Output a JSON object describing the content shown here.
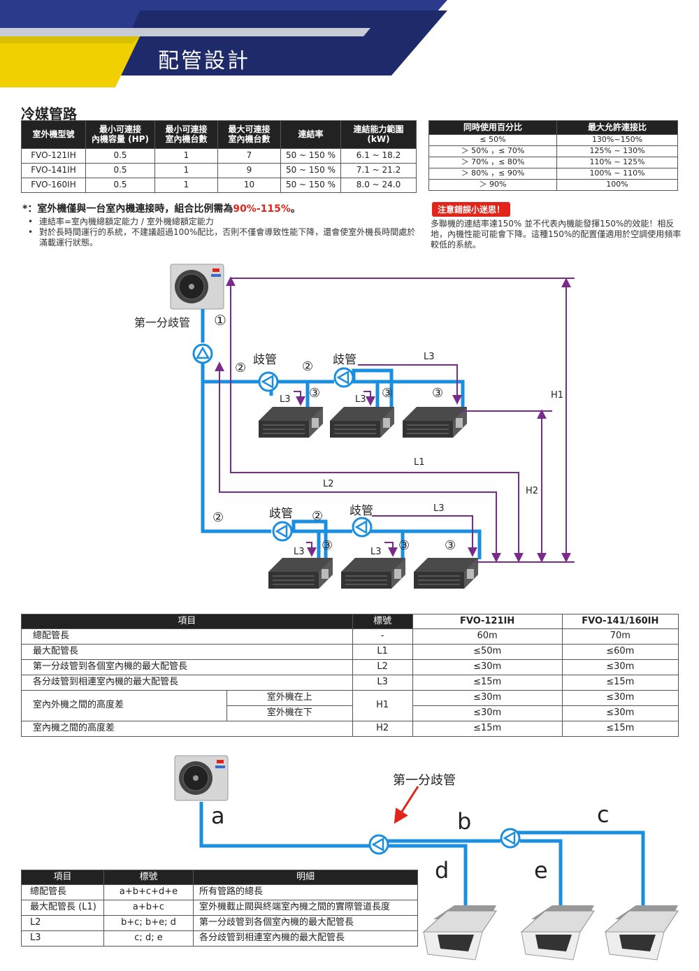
{
  "banner": {
    "title": "配管設計"
  },
  "section1": {
    "title": "冷媒管路"
  },
  "model_table": {
    "headers": [
      "室外機型號",
      "最小可連接\n內機容量 (HP)",
      "最小可連接\n室內機台數",
      "最大可連接\n室內機台數",
      "連結率",
      "連結能力範圍\n(kW)"
    ],
    "rows": [
      [
        "FVO-121IH",
        "0.5",
        "1",
        "7",
        "50 ~ 150 %",
        "6.1 ~ 18.2"
      ],
      [
        "FVO-141IH",
        "0.5",
        "1",
        "9",
        "50 ~ 150 %",
        "7.1 ~ 21.2"
      ],
      [
        "FVO-160IH",
        "0.5",
        "1",
        "10",
        "50 ~ 150 %",
        "8.0 ~ 24.0"
      ]
    ]
  },
  "ratio_table": {
    "headers": [
      "同時使用百分比",
      "最大允許連接比"
    ],
    "rows": [
      [
        "≤ 50%",
        "130%~150%"
      ],
      [
        "＞ 50% ，≤ 70%",
        "125% ~ 130%"
      ],
      [
        "＞ 70% ，≤ 80%",
        "110% ~ 125%"
      ],
      [
        "＞ 80% ，≤ 90%",
        "100% ~ 110%"
      ],
      [
        "＞ 90%",
        "100%"
      ]
    ]
  },
  "notes": {
    "star_prefix": "*：室外機僅與一台室內機連接時，組合比例需為",
    "star_highlight": "90%-115%",
    "star_suffix": "。",
    "bullet1": "連結率=室內機總額定能力 / 室外機總額定能力",
    "bullet2": "對於長時間運行的系統，不建議超過100%配比，否則不僅會導致性能下降，還會使室外機長時間處於滿載運行狀態。",
    "warning_badge": "注意錯誤小迷思！",
    "warning_text": "多聯機的連結率達150% 並不代表內機能發揮150%的效能！相反地，內機性能可能會下降。這種150%的配置僅適用於空調使用頻率較低的系統。"
  },
  "diagram1": {
    "first_branch": "第一分歧管",
    "branch": "歧管",
    "n1": "①",
    "n2": "②",
    "n3": "③",
    "L1": "L1",
    "L2": "L2",
    "L3": "L3",
    "H1": "H1",
    "H2": "H2"
  },
  "pipe_table": {
    "headers": [
      "項目",
      "標號",
      "FVO-121IH",
      "FVO-141/160IH"
    ],
    "rows": [
      {
        "item": "總配管長",
        "sub": "",
        "code": "-",
        "a": "60m",
        "b": "70m"
      },
      {
        "item": "最大配管長",
        "sub": "",
        "code": "L1",
        "a": "≤50m",
        "b": "≤60m"
      },
      {
        "item": "第一分歧管到各個室內機的最大配管長",
        "sub": "",
        "code": "L2",
        "a": "≤30m",
        "b": "≤30m"
      },
      {
        "item": "各分歧管到相連室內機的最大配管長",
        "sub": "",
        "code": "L3",
        "a": "≤15m",
        "b": "≤15m"
      }
    ],
    "height_item": "室內外機之間的高度差",
    "height_up": "室外機在上",
    "height_down": "室外機在下",
    "height_code": "H1",
    "height_up_a": "≤30m",
    "height_up_b": "≤30m",
    "height_down_a": "≤30m",
    "height_down_b": "≤30m",
    "indoor_item": "室內機之間的高度差",
    "indoor_code": "H2",
    "indoor_a": "≤15m",
    "indoor_b": "≤15m"
  },
  "diagram2": {
    "first_branch": "第一分歧管",
    "a": "a",
    "b": "b",
    "c": "c",
    "d": "d",
    "e": "e"
  },
  "legend_table": {
    "headers": [
      "項目",
      "標號",
      "明細"
    ],
    "rows": [
      [
        "總配管長",
        "a+b+c+d+e",
        "所有管路的總長"
      ],
      [
        "最大配管長 (L1)",
        "a+b+c",
        "室外機截止閥與終端室內機之間的實際管道長度"
      ],
      [
        "L2",
        "b+c; b+e; d",
        "第一分歧管到各個室內機的最大配管長"
      ],
      [
        "L3",
        "c; d; e",
        "各分歧管到相連室內機的最大配管長"
      ]
    ]
  },
  "colors": {
    "pipe": "#1a8fe0",
    "dim": "#7a2a8c",
    "accent_red": "#e1251b",
    "banner_navy": "#1f2a6b",
    "banner_yellow": "#f0d000"
  }
}
